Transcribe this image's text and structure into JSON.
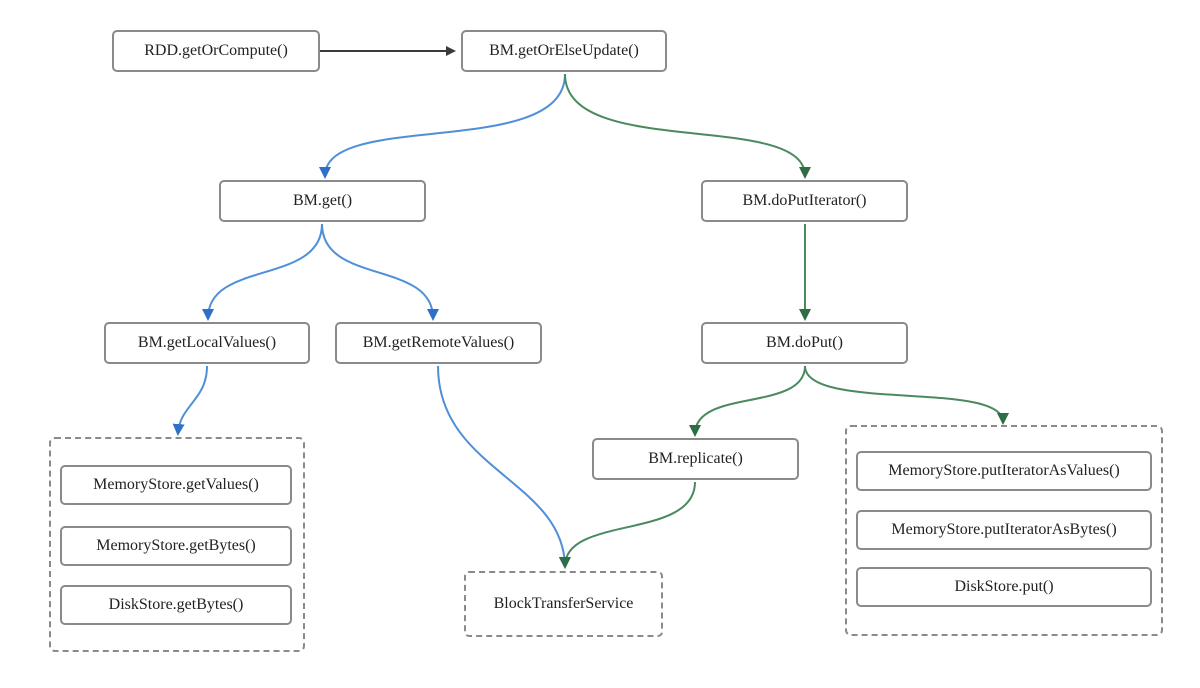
{
  "nodes": {
    "rdd_get_or_compute": "RDD.getOrCompute()",
    "bm_get_or_else_update": "BM.getOrElseUpdate()",
    "bm_get": "BM.get()",
    "bm_do_put_iterator": "BM.doPutIterator()",
    "bm_get_local_values": "BM.getLocalValues()",
    "bm_get_remote_values": "BM.getRemoteValues()",
    "bm_do_put": "BM.doPut()",
    "bm_replicate": "BM.replicate()",
    "block_transfer_service": "BlockTransferService"
  },
  "local_store_group": [
    "MemoryStore.getValues()",
    "MemoryStore.getBytes()",
    "DiskStore.getBytes()"
  ],
  "put_store_group": [
    "MemoryStore.putIteratorAsValues()",
    "MemoryStore.putIteratorAsBytes()",
    "DiskStore.put()"
  ],
  "colors": {
    "read_path": "#4f8fd8",
    "write_path": "#4a8a5e",
    "entry": "#3a3a3a"
  }
}
